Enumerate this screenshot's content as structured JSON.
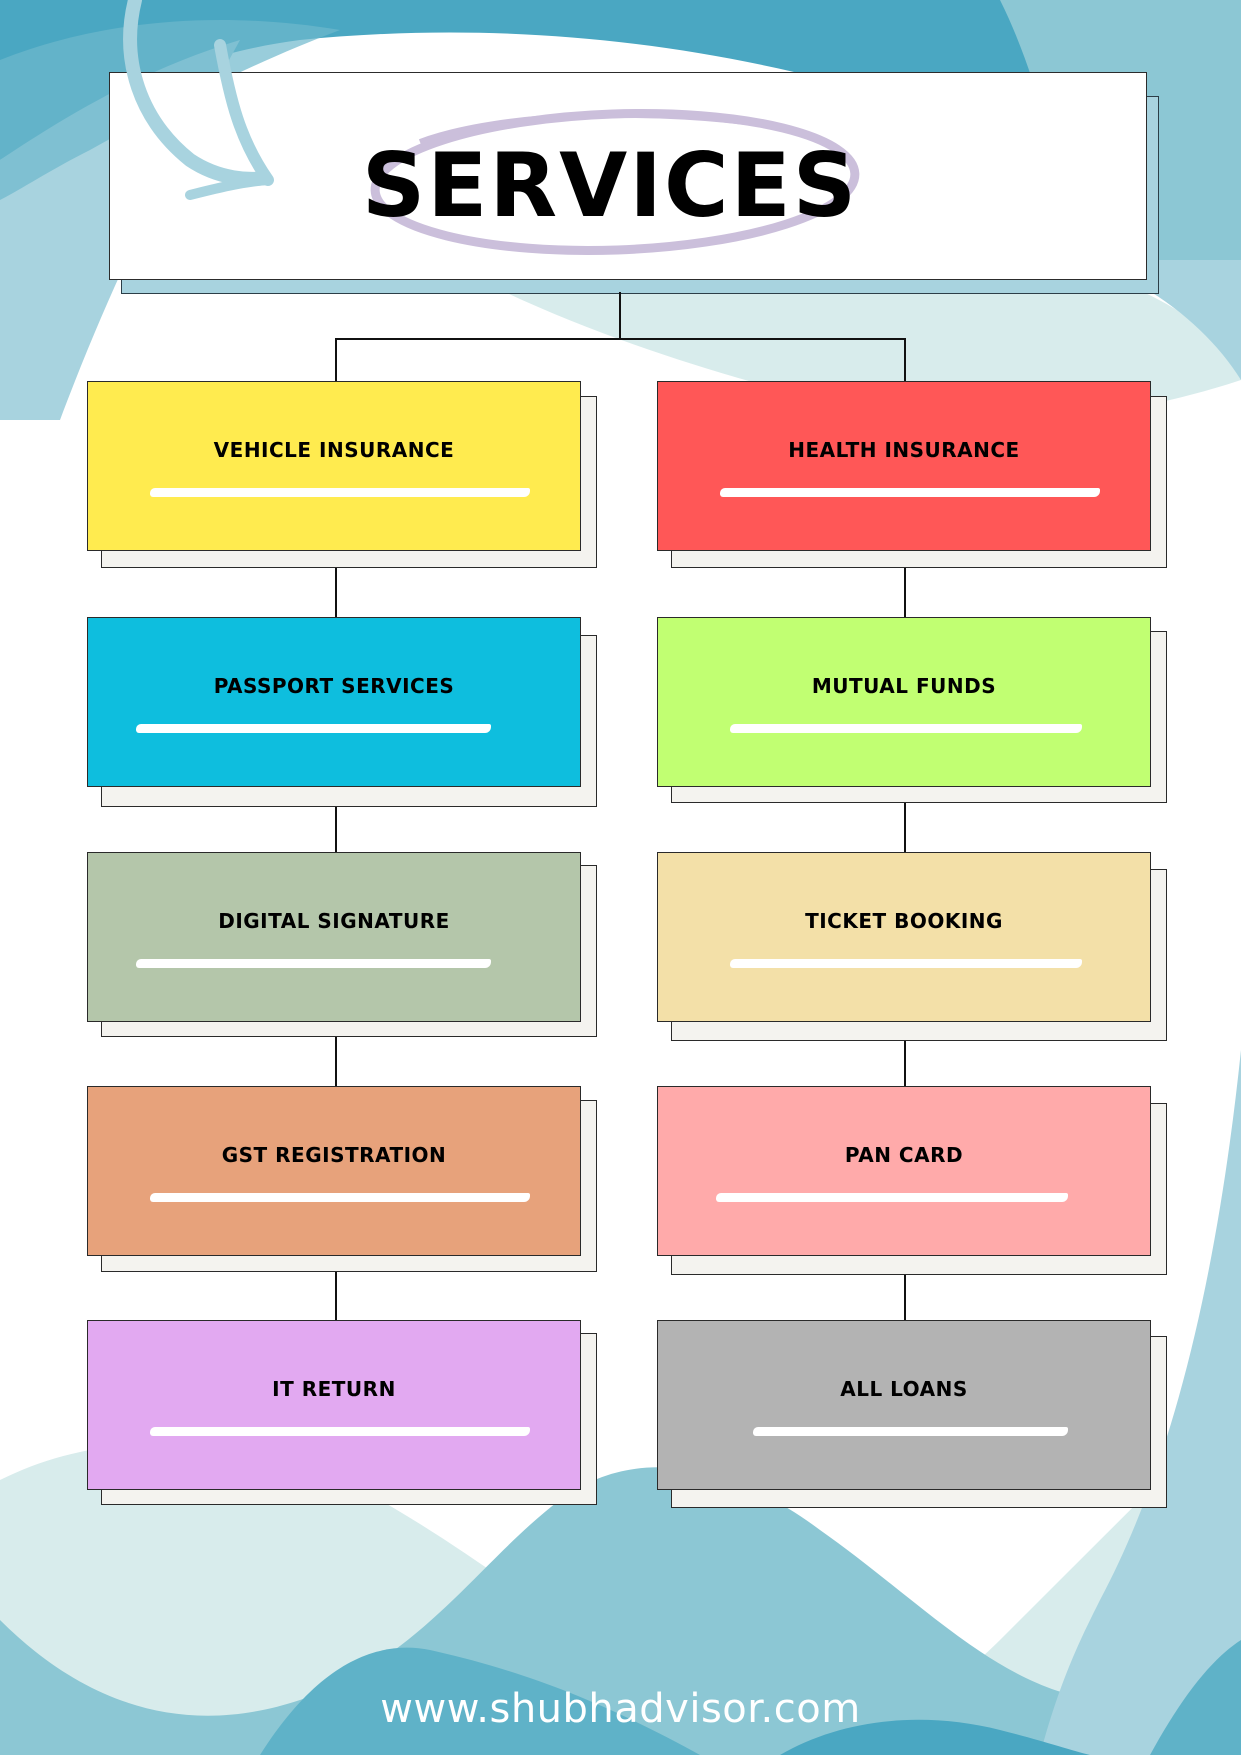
{
  "header": {
    "title": "SERVICES"
  },
  "colors": {
    "header_shadow": "#a8d3df",
    "ellipse": "#cbbfdb",
    "arrow": "#a8d3df",
    "bg_wave_dark": "#4aa7c2",
    "bg_wave_mid": "#8cc7d4",
    "bg_wave_light": "#d8ecec",
    "card_shadow": "#f4f3ef"
  },
  "services": {
    "left": [
      {
        "label": "VEHICLE INSURANCE",
        "color": "#ffeb4f"
      },
      {
        "label": "PASSPORT SERVICES",
        "color": "#0ebede"
      },
      {
        "label": "DIGITAL SIGNATURE",
        "color": "#b4c6aa"
      },
      {
        "label": "GST REGISTRATION",
        "color": "#e7a27b"
      },
      {
        "label": "IT RETURN",
        "color": "#e2a9f1"
      }
    ],
    "right": [
      {
        "label": "HEALTH INSURANCE",
        "color": "#ff5757"
      },
      {
        "label": "MUTUAL FUNDS",
        "color": "#c1ff72"
      },
      {
        "label": "TICKET BOOKING",
        "color": "#f3e0a8"
      },
      {
        "label": "PAN CARD",
        "color": "#ffaaaa"
      },
      {
        "label": "ALL LOANS",
        "color": "#b3b3b3"
      }
    ]
  },
  "footer": {
    "url": "www.shubhadvisor.com"
  }
}
